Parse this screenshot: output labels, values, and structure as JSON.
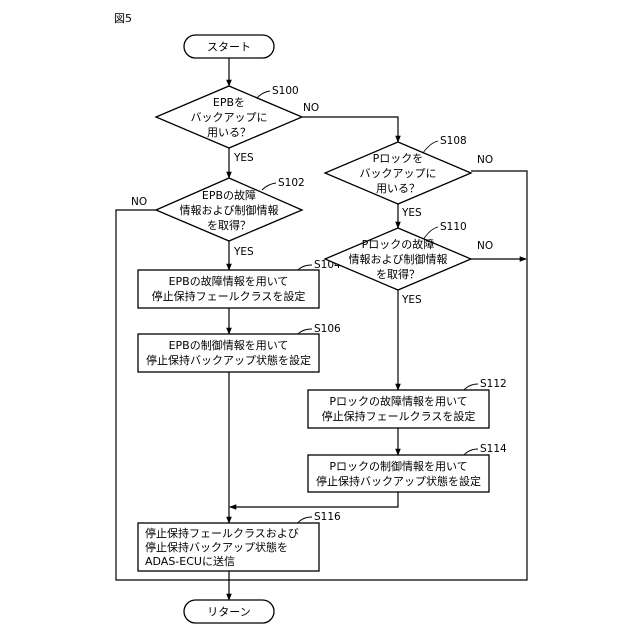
{
  "figure_label": "図5",
  "start": {
    "text": "スタート"
  },
  "end": {
    "text": "リターン"
  },
  "s100": {
    "step": "S100",
    "lines": [
      "EPBを",
      "バックアップに",
      "用いる？"
    ]
  },
  "s102": {
    "step": "S102",
    "lines": [
      "EPBの故障",
      "情報および制御情報",
      "を取得？"
    ]
  },
  "s104": {
    "step": "S104",
    "lines": [
      "EPBの故障情報を用いて",
      "停止保持フェールクラスを設定"
    ]
  },
  "s106": {
    "step": "S106",
    "lines": [
      "EPBの制御情報を用いて",
      "停止保持バックアップ状態を設定"
    ]
  },
  "s108": {
    "step": "S108",
    "lines": [
      "Pロックを",
      "バックアップに",
      "用いる？"
    ]
  },
  "s110": {
    "step": "S110",
    "lines": [
      "Pロックの故障",
      "情報および制御情報",
      "を取得？"
    ]
  },
  "s112": {
    "step": "S112",
    "lines": [
      "Pロックの故障情報を用いて",
      "停止保持フェールクラスを設定"
    ]
  },
  "s114": {
    "step": "S114",
    "lines": [
      "Pロックの制御情報を用いて",
      "停止保持バックアップ状態を設定"
    ]
  },
  "s116": {
    "step": "S116",
    "lines": [
      "停止保持フェールクラスおよび",
      "停止保持バックアップ状態を",
      "ADAS-ECUに送信"
    ]
  },
  "branches": {
    "s100_yes": "YES",
    "s100_no": "NO",
    "s102_yes": "YES",
    "s102_no": "NO",
    "s108_yes": "YES",
    "s108_no": "NO",
    "s110_yes": "YES",
    "s110_no": "NO"
  }
}
